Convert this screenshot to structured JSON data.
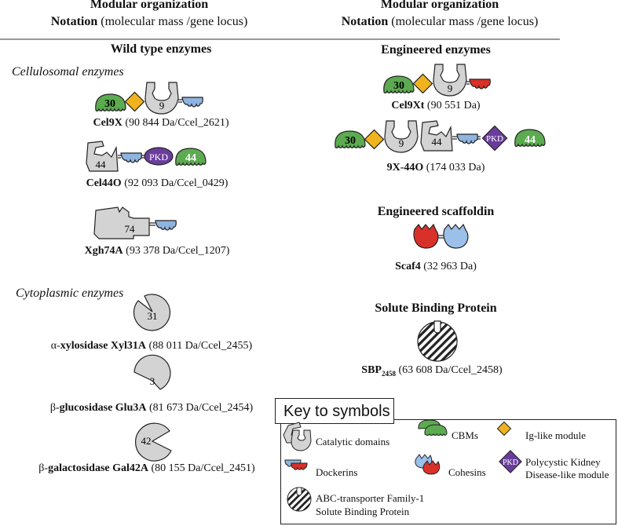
{
  "headers": {
    "left_line1": "Modular organization",
    "left_line2_bold": "Notation",
    "left_line2_rest": " (molecular mass /gene locus)",
    "right_line1": "Modular organization",
    "right_line2_bold": "Notation",
    "right_line2_rest": " (molecular mass /gene locus)"
  },
  "sections": {
    "wild_type": "Wild type enzymes",
    "cellulosomal": "Cellulosomal enzymes",
    "cytoplasmic": "Cytoplasmic enzymes",
    "engineered_enzymes": "Engineered enzymes",
    "engineered_scaffoldin": "Engineered scaffoldin",
    "sbp": "Solute Binding Protein"
  },
  "enzymes": {
    "cel9x": {
      "name": "Cel9X",
      "info": " (90 844 Da/Ccel_2621)"
    },
    "cel44o": {
      "name": "Cel44O",
      "info": " (92 093 Da/Ccel_0429)"
    },
    "xgh74a": {
      "name": "Xgh74A",
      "info": " (93 378 Da/Ccel_1207)"
    },
    "xyl31a": {
      "prefix": "α-",
      "name": "xylosidase Xyl31A",
      "info": " (88 011 Da/Ccel_2455)"
    },
    "glu3a": {
      "prefix": "β-",
      "name": "glucosidase Glu3A",
      "info": " (81 673 Da/Ccel_2454)"
    },
    "gal42a": {
      "prefix": "β-",
      "name": "galactosidase Gal42A",
      "info": " (80 155 Da/Ccel_2451)"
    },
    "cel9xt": {
      "name": "Cel9Xt",
      "info": " (90 551 Da)"
    },
    "x9_44o": {
      "name": "9X-44O",
      "info": " (174 033 Da)"
    },
    "scaf4": {
      "name": "Scaf4",
      "info": " (32 963 Da)"
    },
    "sbp2458": {
      "name": "SBP",
      "sub": "2458",
      "info": " (63 608 Da/Ccel_2458)"
    }
  },
  "module_labels": {
    "cbm30": "30",
    "gh9": "9",
    "gh44": "44",
    "gh74": "74",
    "gh31": "31",
    "gh3": "3",
    "gh42": "42",
    "pkd": "PKD",
    "cbm44": "44"
  },
  "key": {
    "title": "Key to symbols",
    "catalytic": "Catalytic domains",
    "cbms": "CBMs",
    "ig_like": "Ig-like module",
    "dockerins": "Dockerins",
    "cohesins": "Cohesins",
    "pkd_line1": "Polycystic Kidney",
    "pkd_line2": "Disease-like module",
    "abc_line1": "ABC-transporter Family-1",
    "abc_line2": "Solute Binding Protein"
  },
  "colors": {
    "cbm_green": "#5cab50",
    "ig_gold": "#f0b31e",
    "catalytic_gray": "#d3d3d3",
    "dockerin_blue": "#8fb4e0",
    "dockerin_red": "#d8312a",
    "pkd_purple": "#6a3d9c",
    "cohesin_red": "#d8312a",
    "cohesin_blue": "#9bc0ea"
  }
}
